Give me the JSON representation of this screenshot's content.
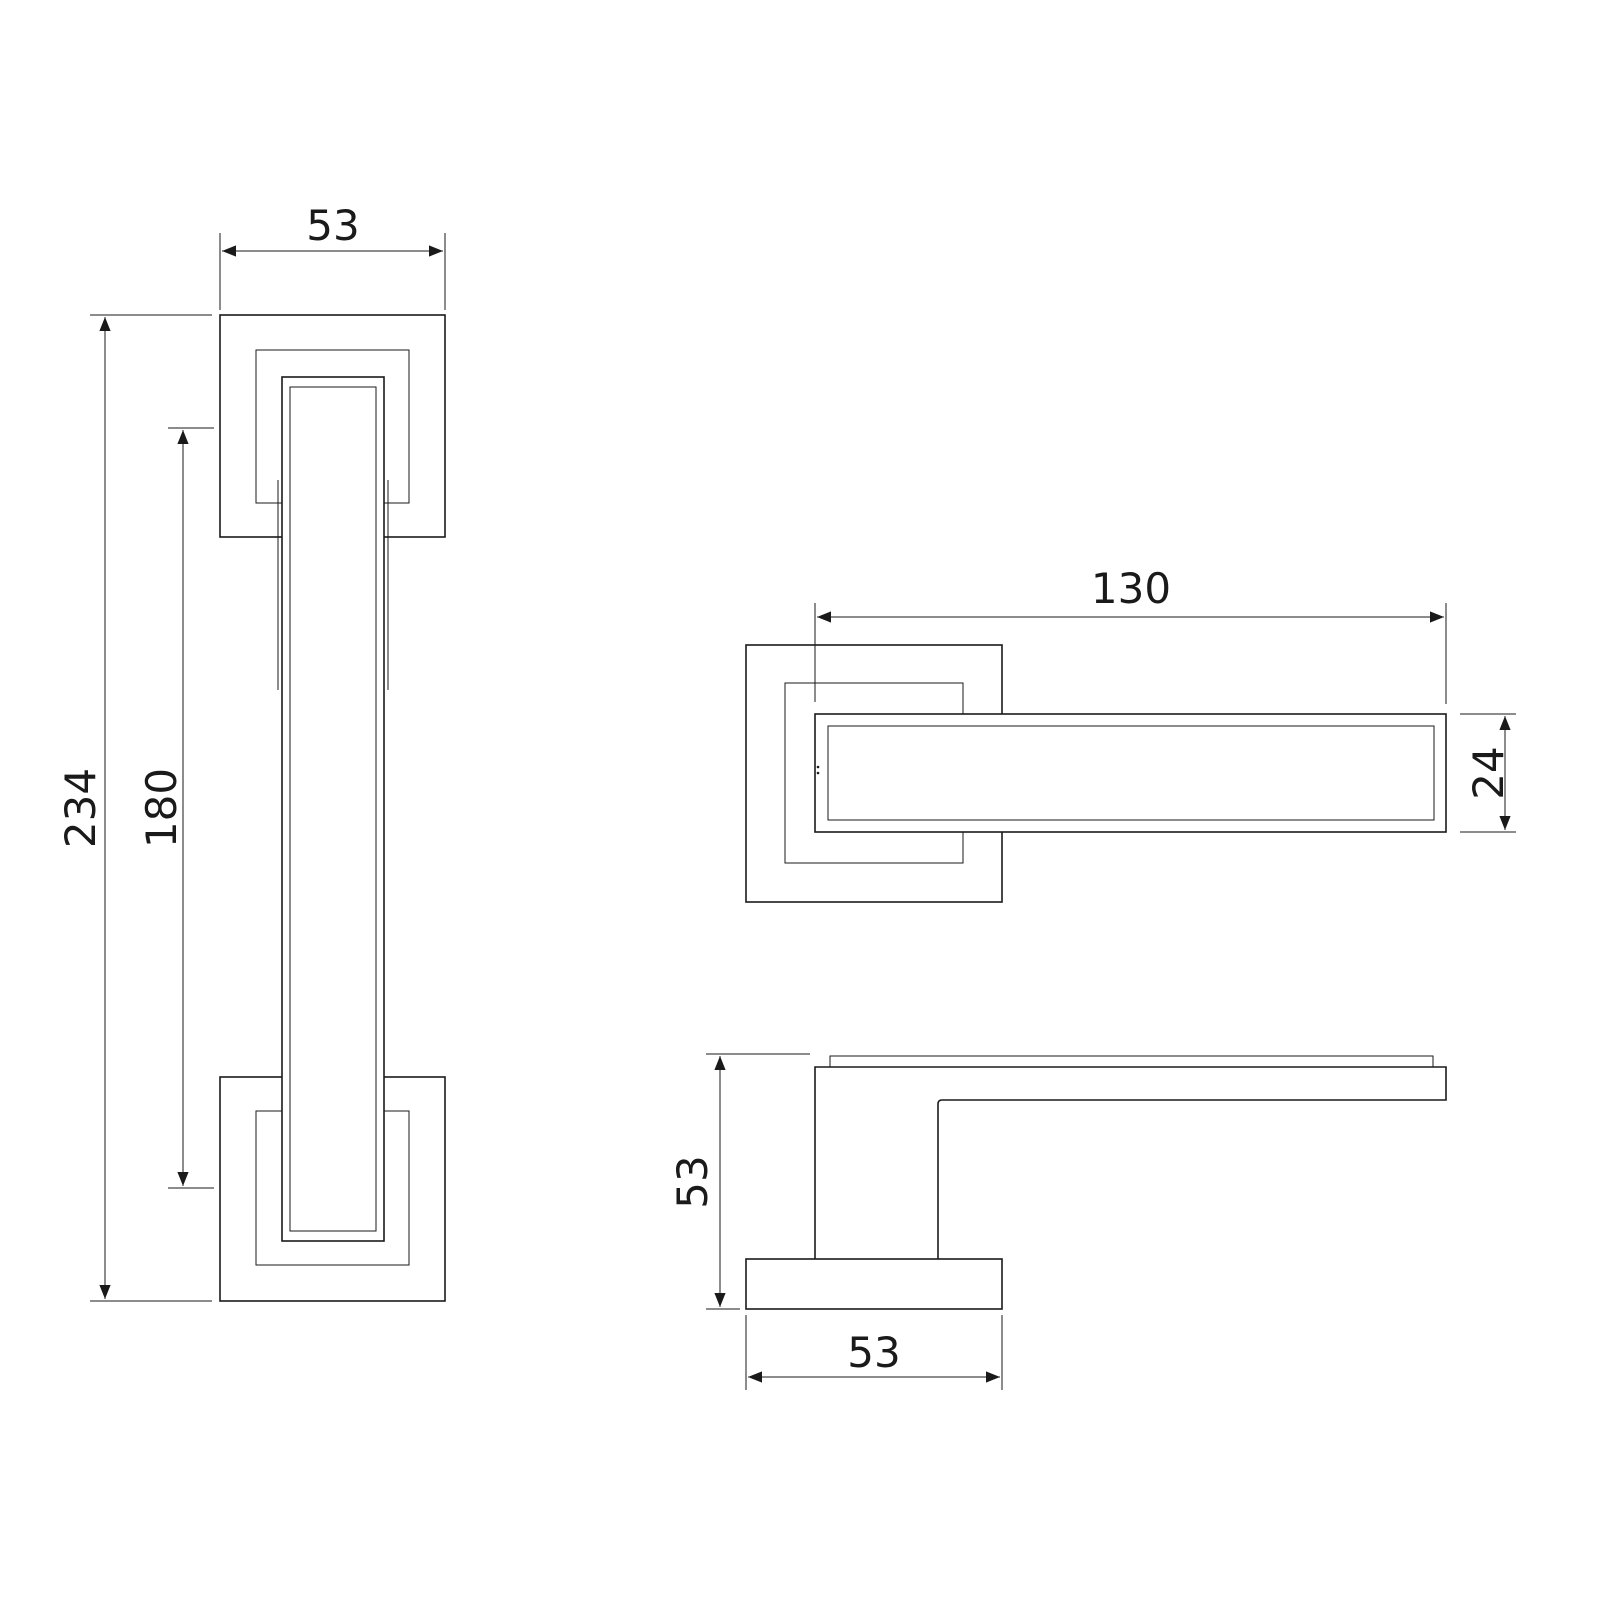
{
  "diagram": {
    "line_color": "#1a1a1a",
    "background": "#ffffff",
    "dimensions": {
      "pull_width": "53",
      "pull_length": "234",
      "pull_center": "180",
      "lever_length": "130",
      "lever_width": "24",
      "lever_height": "53",
      "rose_width": "53"
    }
  }
}
